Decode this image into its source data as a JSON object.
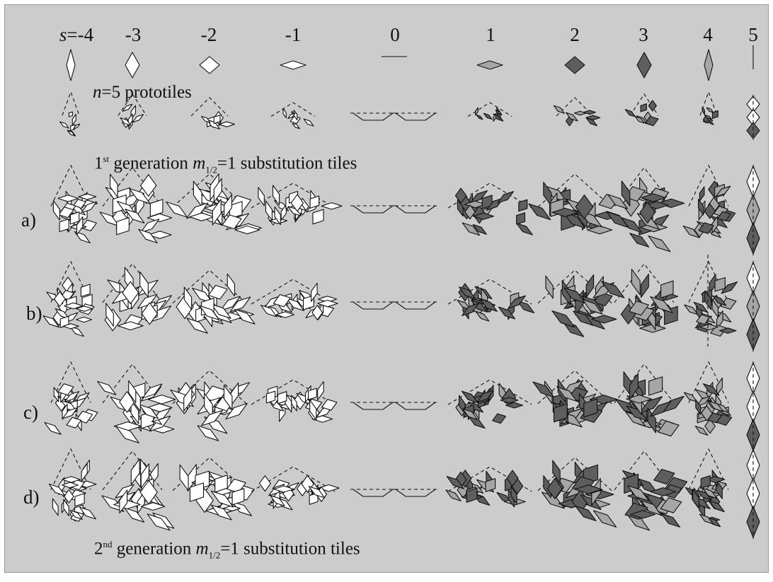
{
  "columns": {
    "var": "s",
    "values": [
      "=-4",
      "-3",
      "-2",
      "-1",
      "0",
      "1",
      "2",
      "3",
      "4",
      "5"
    ]
  },
  "captions": {
    "prototiles": {
      "var": "n",
      "rest": "=5  prototiles"
    },
    "first_gen": {
      "num": "1",
      "sup": "st",
      "mid": " generation ",
      "var": "m",
      "sub": "1/2",
      "rest": "=1 substitution tiles"
    },
    "second_gen": {
      "num": "2",
      "sup": "nd",
      "mid": " generation ",
      "var": "m",
      "sub": "1/2",
      "rest": "=1 substitution tiles"
    }
  },
  "row_labels": [
    "a)",
    "b)",
    "c)",
    "d)"
  ],
  "colors": {
    "panel_bg": "#cccccc",
    "tile_white": "#ffffff",
    "tile_light_gray": "#a6a6a6",
    "tile_dark_gray": "#5e5e5e",
    "stroke": "#111111"
  }
}
